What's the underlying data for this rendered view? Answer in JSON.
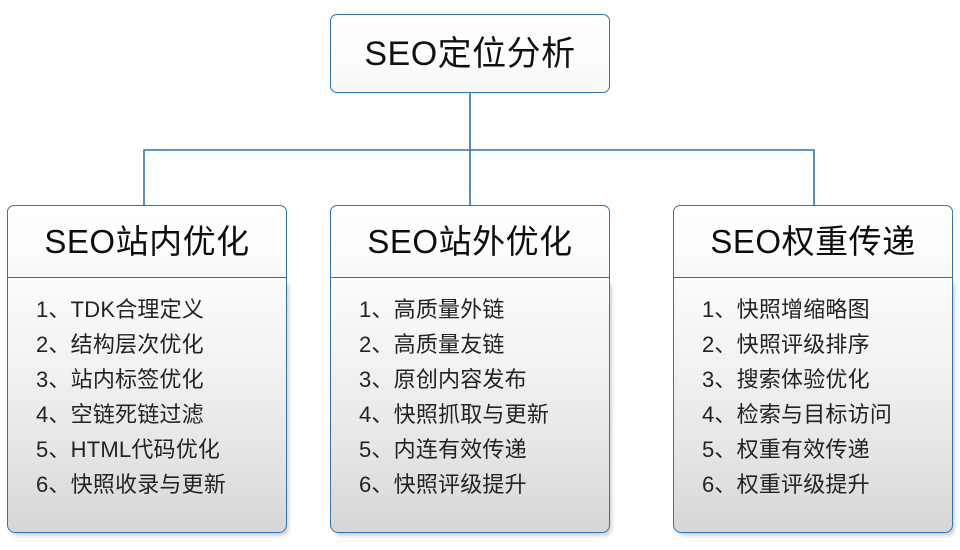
{
  "diagram": {
    "type": "org-chart-tree",
    "accent_color": "#2e75b6",
    "text_color": "#1a1a1a",
    "body_fill_top": "#fcfcfc",
    "body_fill_bottom": "#d6d6d6",
    "root": {
      "title": "SEO定位分析"
    },
    "branches": [
      {
        "header": "SEO站内优化",
        "items": [
          "1、TDK合理定义",
          "2、结构层次优化",
          "3、站内标签优化",
          "4、空链死链过滤",
          "5、HTML代码优化",
          "6、快照收录与更新"
        ]
      },
      {
        "header": "SEO站外优化",
        "items": [
          "1、高质量外链",
          "2、高质量友链",
          "3、原创内容发布",
          "4、快照抓取与更新",
          "5、内连有效传递",
          "6、快照评级提升"
        ]
      },
      {
        "header": "SEO权重传递",
        "items": [
          "1、快照增缩略图",
          "2、快照评级排序",
          "3、搜索体验优化",
          "4、检索与目标访问",
          "5、权重有效传递",
          "6、权重评级提升"
        ]
      }
    ]
  }
}
